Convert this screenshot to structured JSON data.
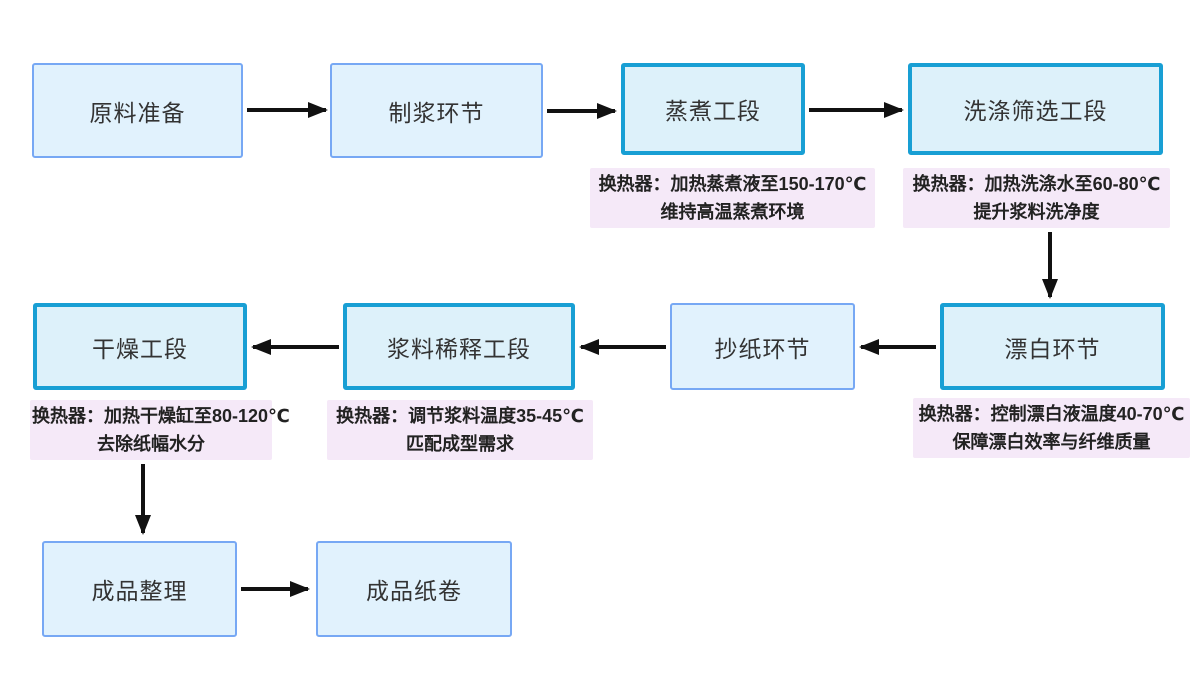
{
  "colors": {
    "node_fill": "#e1f2fd",
    "node_border_thin": "#77a8f4",
    "node_border_thick": "#189fd4",
    "annotation_bg": "#f5e9f8",
    "arrow": "#111111",
    "text": "#333333"
  },
  "nodes": [
    {
      "id": "raw-material-prep",
      "label": "原料准备",
      "emphasis": "normal"
    },
    {
      "id": "pulping",
      "label": "制浆环节",
      "emphasis": "normal"
    },
    {
      "id": "cooking",
      "label": "蒸煮工段",
      "emphasis": "heat-exchanger"
    },
    {
      "id": "washing-screening",
      "label": "洗涤筛选工段",
      "emphasis": "heat-exchanger"
    },
    {
      "id": "bleaching",
      "label": "漂白环节",
      "emphasis": "heat-exchanger"
    },
    {
      "id": "papermaking",
      "label": "抄纸环节",
      "emphasis": "normal"
    },
    {
      "id": "pulp-dilution",
      "label": "浆料稀释工段",
      "emphasis": "heat-exchanger"
    },
    {
      "id": "drying",
      "label": "干燥工段",
      "emphasis": "heat-exchanger"
    },
    {
      "id": "finished-sorting",
      "label": "成品整理",
      "emphasis": "normal"
    },
    {
      "id": "finished-paper-roll",
      "label": "成品纸卷",
      "emphasis": "normal"
    }
  ],
  "annotations": [
    {
      "for": "cooking",
      "line1": "换热器：加热蒸煮液至150-170℃",
      "line2": "维持高温蒸煮环境"
    },
    {
      "for": "washing-screening",
      "line1": "换热器：加热洗涤水至60-80℃",
      "line2": "提升浆料洗净度"
    },
    {
      "for": "bleaching",
      "line1": "换热器：控制漂白液温度40-70℃",
      "line2": "保障漂白效率与纤维质量"
    },
    {
      "for": "pulp-dilution",
      "line1": "换热器：调节浆料温度35-45℃",
      "line2": "匹配成型需求"
    },
    {
      "for": "drying",
      "line1": "换热器：加热干燥缸至80-120℃",
      "line2": "去除纸幅水分"
    }
  ],
  "edges": [
    {
      "from": "原料准备",
      "to": "制浆环节"
    },
    {
      "from": "制浆环节",
      "to": "蒸煮工段"
    },
    {
      "from": "蒸煮工段",
      "to": "洗涤筛选工段"
    },
    {
      "from": "洗涤筛选工段",
      "to": "漂白环节"
    },
    {
      "from": "漂白环节",
      "to": "抄纸环节"
    },
    {
      "from": "抄纸环节",
      "to": "浆料稀释工段"
    },
    {
      "from": "浆料稀释工段",
      "to": "干燥工段"
    },
    {
      "from": "干燥工段",
      "to": "成品整理"
    },
    {
      "from": "成品整理",
      "to": "成品纸卷"
    }
  ]
}
